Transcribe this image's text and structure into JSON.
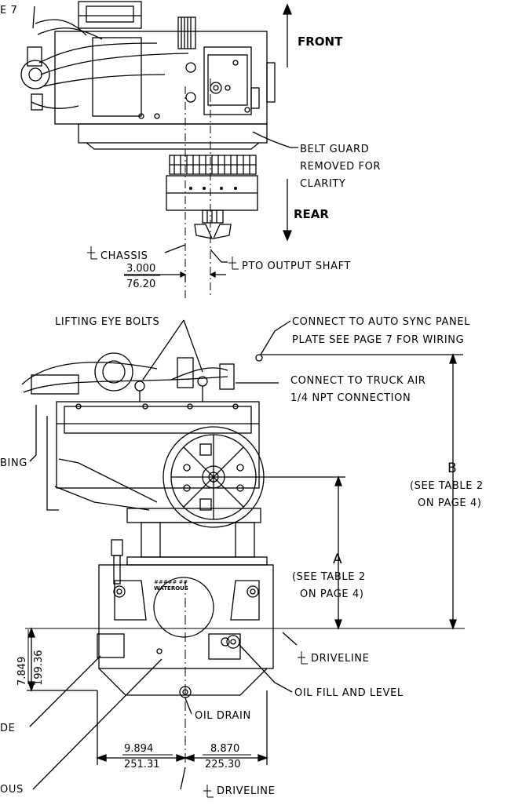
{
  "labels": {
    "page_ref": "E 7",
    "front": "FRONT",
    "rear": "REAR",
    "belt_guard": [
      "BELT GUARD",
      "REMOVED FOR",
      "CLARITY"
    ],
    "cl_chassis": "CHASSIS",
    "cl_pto": "PTO OUTPUT SHAFT",
    "lifting": "LIFTING EYE BOLTS",
    "auto_sync": [
      "CONNECT TO AUTO SYNC PANEL",
      "PLATE SEE PAGE 7 FOR WIRING"
    ],
    "truck_air": [
      "CONNECT TO TRUCK AIR",
      "1/4 NPT CONNECTION"
    ],
    "tubing": "BING",
    "dim_b": "B",
    "dim_b_note": [
      "(SEE TABLE 2",
      "ON PAGE 4)"
    ],
    "dim_a": "A",
    "dim_a_note": [
      "(SEE TABLE 2",
      "ON PAGE 4)"
    ],
    "cl_driveline_right": "DRIVELINE",
    "oil_fill": "OIL FILL AND LEVEL",
    "oil_drain": "OIL DRAIN",
    "left_partial_1": "DE",
    "left_partial_2": "OUS",
    "cl_driveline_bottom": "DRIVELINE",
    "casting_text": [
      "##### ##",
      "WATEROUS"
    ]
  },
  "dimensions": {
    "offset_in": "3.000",
    "offset_mm": "76.20",
    "left_in": "9.894",
    "left_mm": "251.31",
    "right_in": "8.870",
    "right_mm": "225.30",
    "height_in": "7.849",
    "height_mm": "199.36"
  }
}
